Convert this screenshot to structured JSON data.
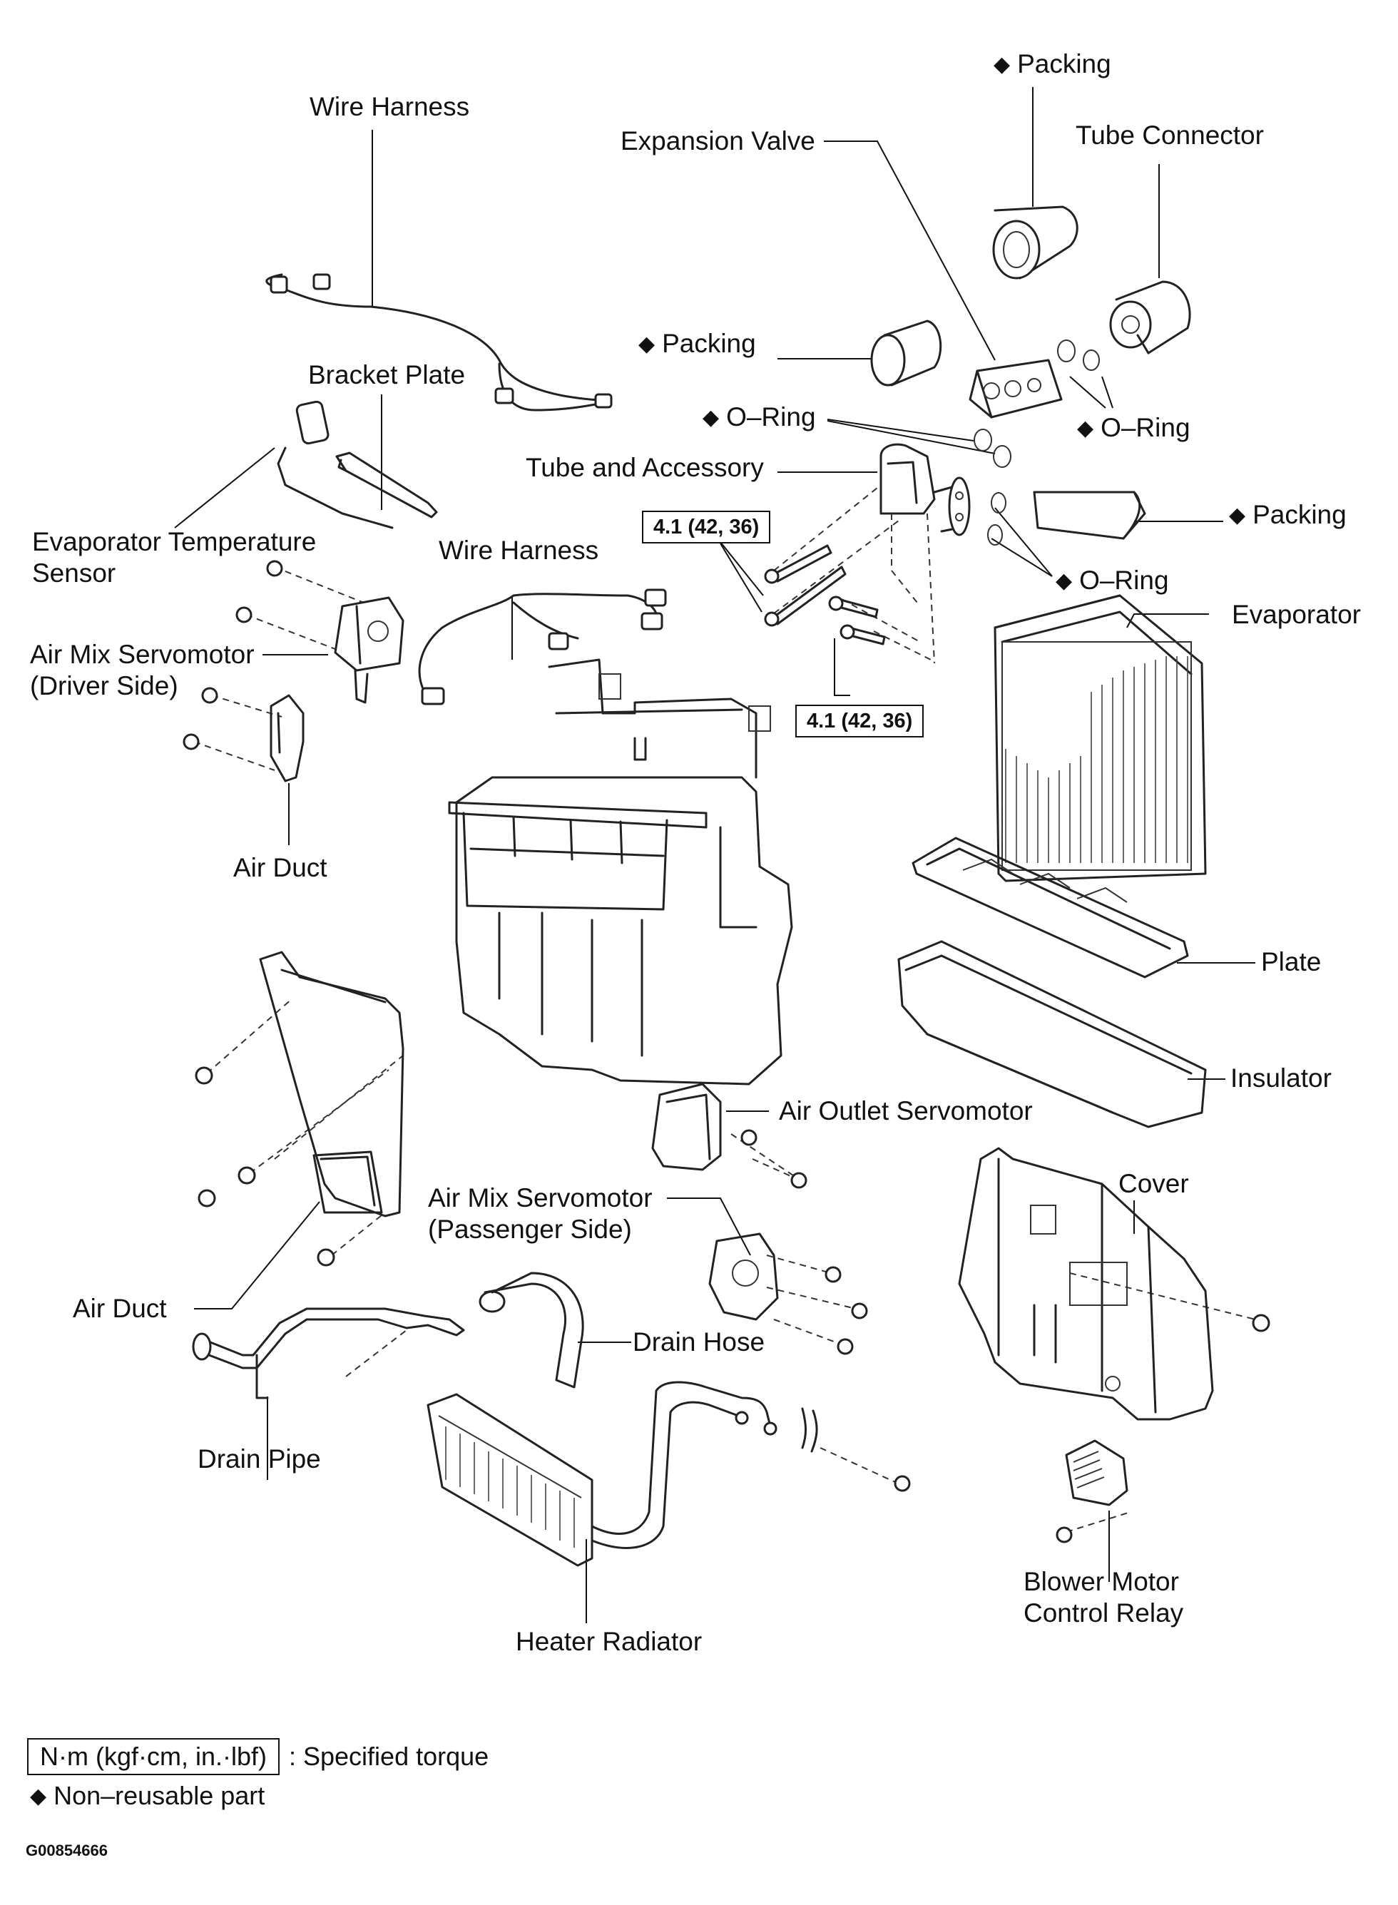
{
  "labels": {
    "wire_harness_top": "Wire Harness",
    "packing_top": "Packing",
    "expansion_valve": "Expansion Valve",
    "tube_connector": "Tube Connector",
    "packing_mid": "Packing",
    "bracket_plate": "Bracket Plate",
    "o_ring_left": "O–Ring",
    "o_ring_right": "O–Ring",
    "tube_and_accessory": "Tube and Accessory",
    "packing_right": "Packing",
    "evap_temp_sensor_line1": "Evaporator  Temperature",
    "evap_temp_sensor_line2": "Sensor",
    "wire_harness_mid": "Wire Harness",
    "o_ring_lower": "O–Ring",
    "evaporator": "Evaporator",
    "air_mix_driver_line1": "Air Mix Servomotor",
    "air_mix_driver_line2": "(Driver Side)",
    "air_duct_upper": "Air Duct",
    "plate": "Plate",
    "insulator": "Insulator",
    "air_outlet_servomotor": "Air Outlet Servomotor",
    "cover": "Cover",
    "air_mix_passenger_line1": "Air Mix Servomotor",
    "air_mix_passenger_line2": "(Passenger Side)",
    "air_duct_lower": "Air Duct",
    "drain_hose": "Drain Hose",
    "drain_pipe": "Drain Pipe",
    "blower_relay_line1": "Blower Motor",
    "blower_relay_line2": "Control Relay",
    "heater_radiator": "Heater Radiator"
  },
  "torque": {
    "upper": "4.1 (42, 36)",
    "lower": "4.1 (42, 36)"
  },
  "legend": {
    "torque_unit": "N·m (kgf·cm, in.·lbf)",
    "torque_desc": ": Specified torque",
    "nonreusable": "Non–reusable part"
  },
  "figure_code": "G00854666"
}
